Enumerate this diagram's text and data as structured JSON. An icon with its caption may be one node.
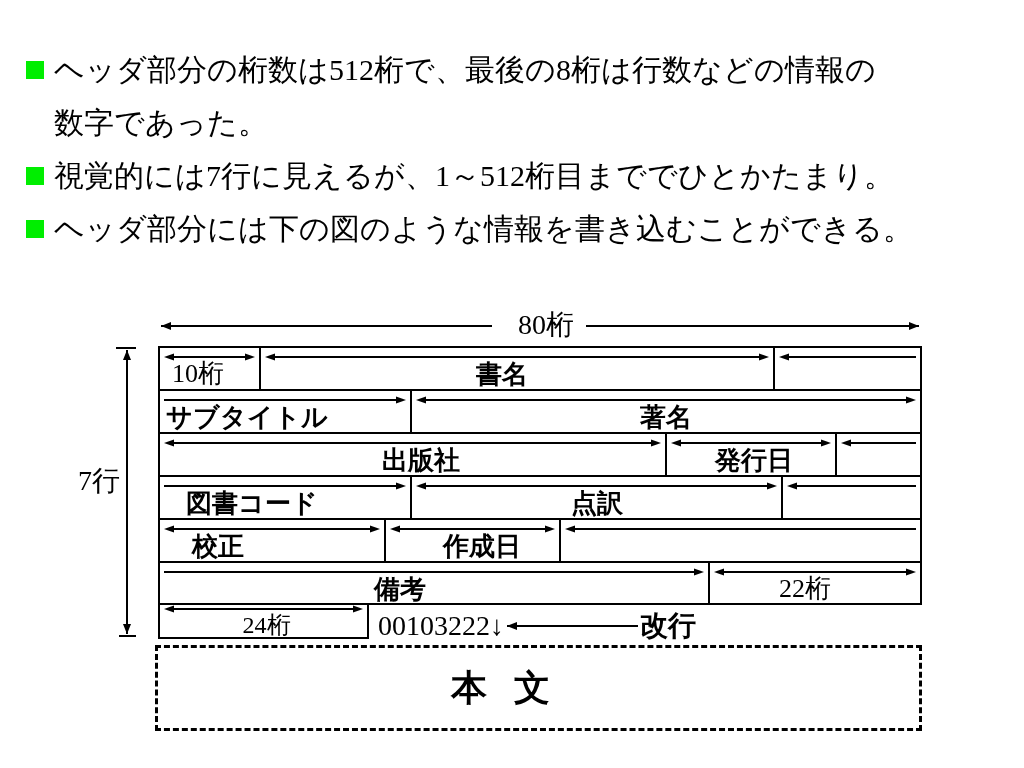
{
  "diagram": {
    "nodes": [
      {
        "text": [
          "10桁"
        ]
      },
      {
        "text": [
          "書名"
        ]
      },
      {
        "text": [],
        "shape": "box"
      },
      {
        "text": [
          "サブタイトル"
        ]
      },
      {
        "text": [
          "著名"
        ]
      },
      {
        "text": [
          "出版社"
        ]
      },
      {
        "text": [
          "発行日"
        ]
      },
      {
        "text": [],
        "shape": "box"
      },
      {
        "text": [
          "図書コード"
        ]
      },
      {
        "text": [
          "点訳"
        ]
      },
      {
        "text": [],
        "shape": "box"
      },
      {
        "text": [
          "校正"
        ]
      },
      {
        "text": [
          "作成日"
        ]
      },
      {
        "text": [],
        "shape": "box"
      },
      {
        "text": [
          "備考"
        ]
      },
      {
        "text": [
          "22桁"
        ]
      },
      {
        "text": [
          "24桁"
        ]
      },
      {
        "text": [
          "00103222↓"
        ]
      },
      {
        "text": [
          "改行"
        ]
      },
      {
        "text": [
          "本 文"
        ]
      }
    ],
    "edges": [
      {
        "from": 18,
        "to": 17,
        "arrow": "to"
      }
    ],
    "labels": [
      "ヘッダ部分の桁数は512桁で、最後の8桁は行数などの情報の数字であった。",
      "視覚的には7行に見えるが、1～512桁目まででひとかたまり。",
      "ヘッダ部分には下の図のような情報を書き込むことができる。",
      "80桁",
      "7行"
    ]
  }
}
